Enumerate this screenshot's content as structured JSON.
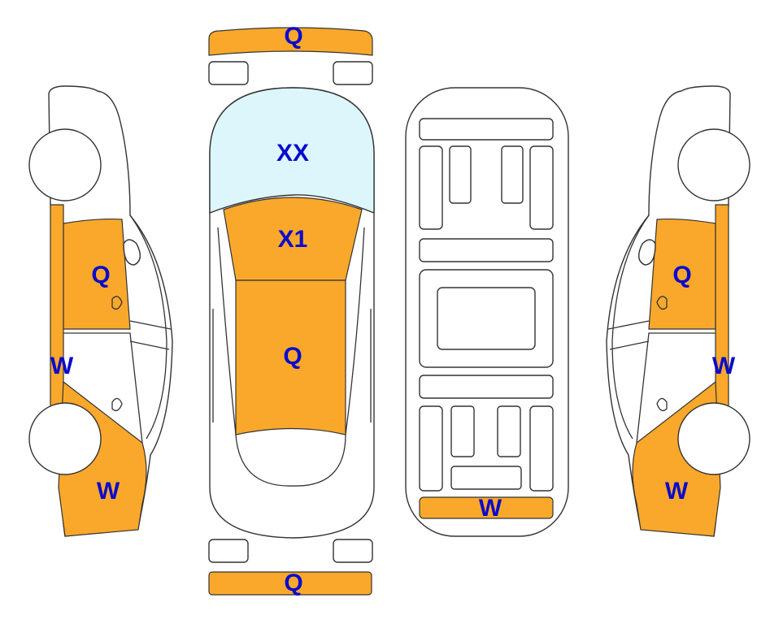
{
  "colors": {
    "damage": "#F9A82B",
    "glass": "#DDF6FC",
    "label": "#0A0ACC",
    "outline": "#333333"
  },
  "labels": {
    "front_bumper": "Q",
    "windshield": "XX",
    "hood_front": "X1",
    "roof": "Q",
    "trunk_rear": "W",
    "rear_bumper": "Q",
    "left_front_door": "Q",
    "left_rocker": "W",
    "left_rear_quarter": "W",
    "right_front_door": "Q",
    "right_rocker": "W",
    "right_rear_quarter": "W"
  }
}
